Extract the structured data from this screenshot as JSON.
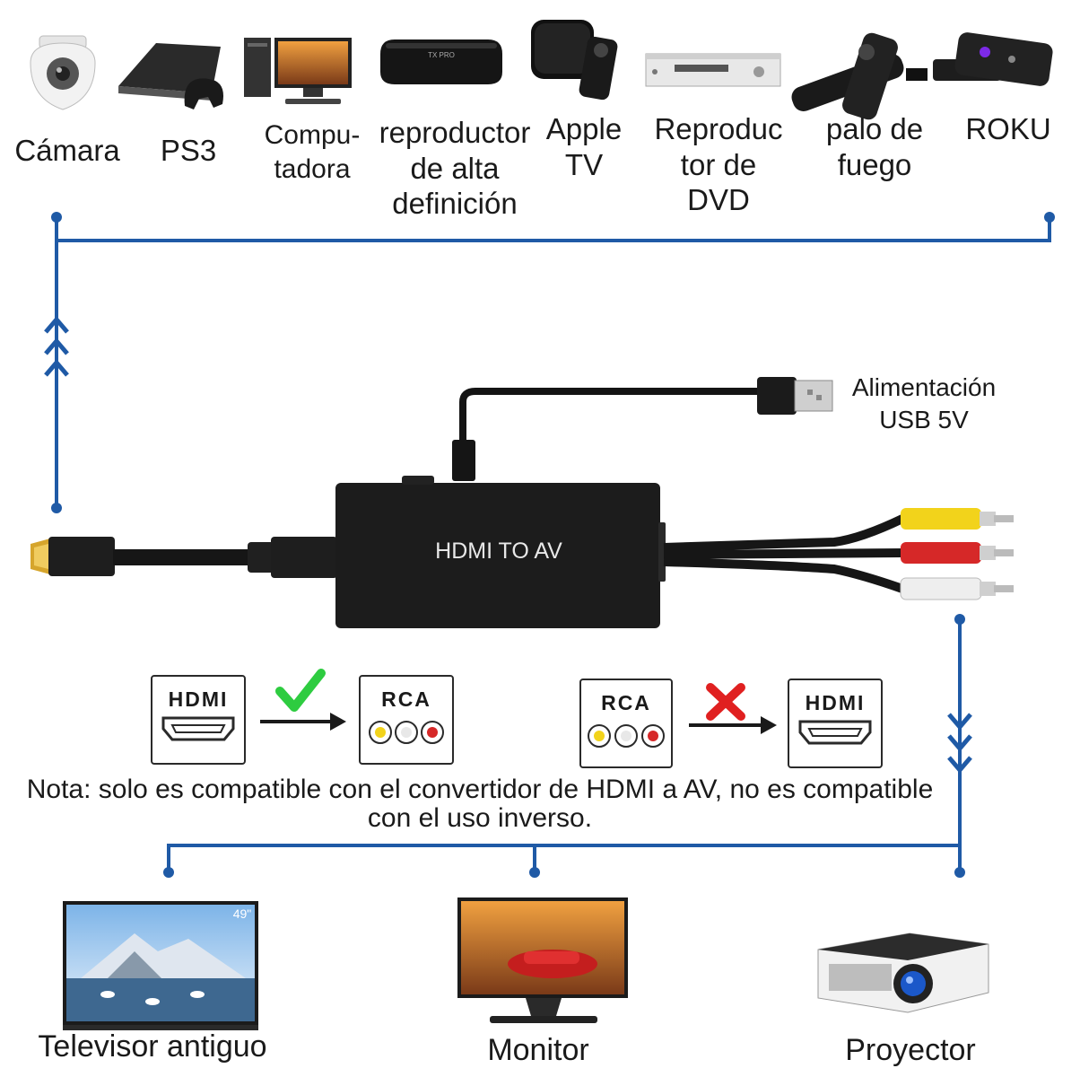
{
  "sources": [
    {
      "label": "Cámara",
      "icon": "security-camera-icon"
    },
    {
      "label": "PS3",
      "icon": "game-console-icon"
    },
    {
      "label": "Compu-\ntadora",
      "icon": "desktop-computer-icon"
    },
    {
      "label": "reproductor\nde alta\ndefinición",
      "icon": "tv-box-icon"
    },
    {
      "label": "Apple\nTV",
      "icon": "apple-tv-icon"
    },
    {
      "label": "Reproduc\ntor de\nDVD",
      "icon": "dvd-player-icon"
    },
    {
      "label": "palo de\nfuego",
      "icon": "fire-stick-icon"
    },
    {
      "label": "ROKU",
      "icon": "roku-icon"
    }
  ],
  "adapter": {
    "label": "HDMI TO AV",
    "usb_label": "Alimentación\nUSB 5V"
  },
  "compat": {
    "left": {
      "from": "HDMI",
      "to": "RCA",
      "status": "check-icon"
    },
    "right": {
      "from": "RCA",
      "to": "HDMI",
      "status": "cross-icon"
    }
  },
  "note": "Nota: solo es compatible con el convertidor de HDMI a AV, no es compatible con el uso inverso.",
  "destinations": [
    {
      "label": "Televisor antiguo",
      "icon": "old-tv-icon",
      "badge": "49\""
    },
    {
      "label": "Monitor",
      "icon": "monitor-icon"
    },
    {
      "label": "Proyector",
      "icon": "projector-icon"
    }
  ],
  "colors": {
    "line": "#1f5aa6",
    "device": "#1c1c1c",
    "check": "#2ecc40",
    "cross": "#e02020",
    "rca_yellow": "#f2d31b",
    "rca_red": "#d62828",
    "rca_white": "#eeeeee"
  }
}
